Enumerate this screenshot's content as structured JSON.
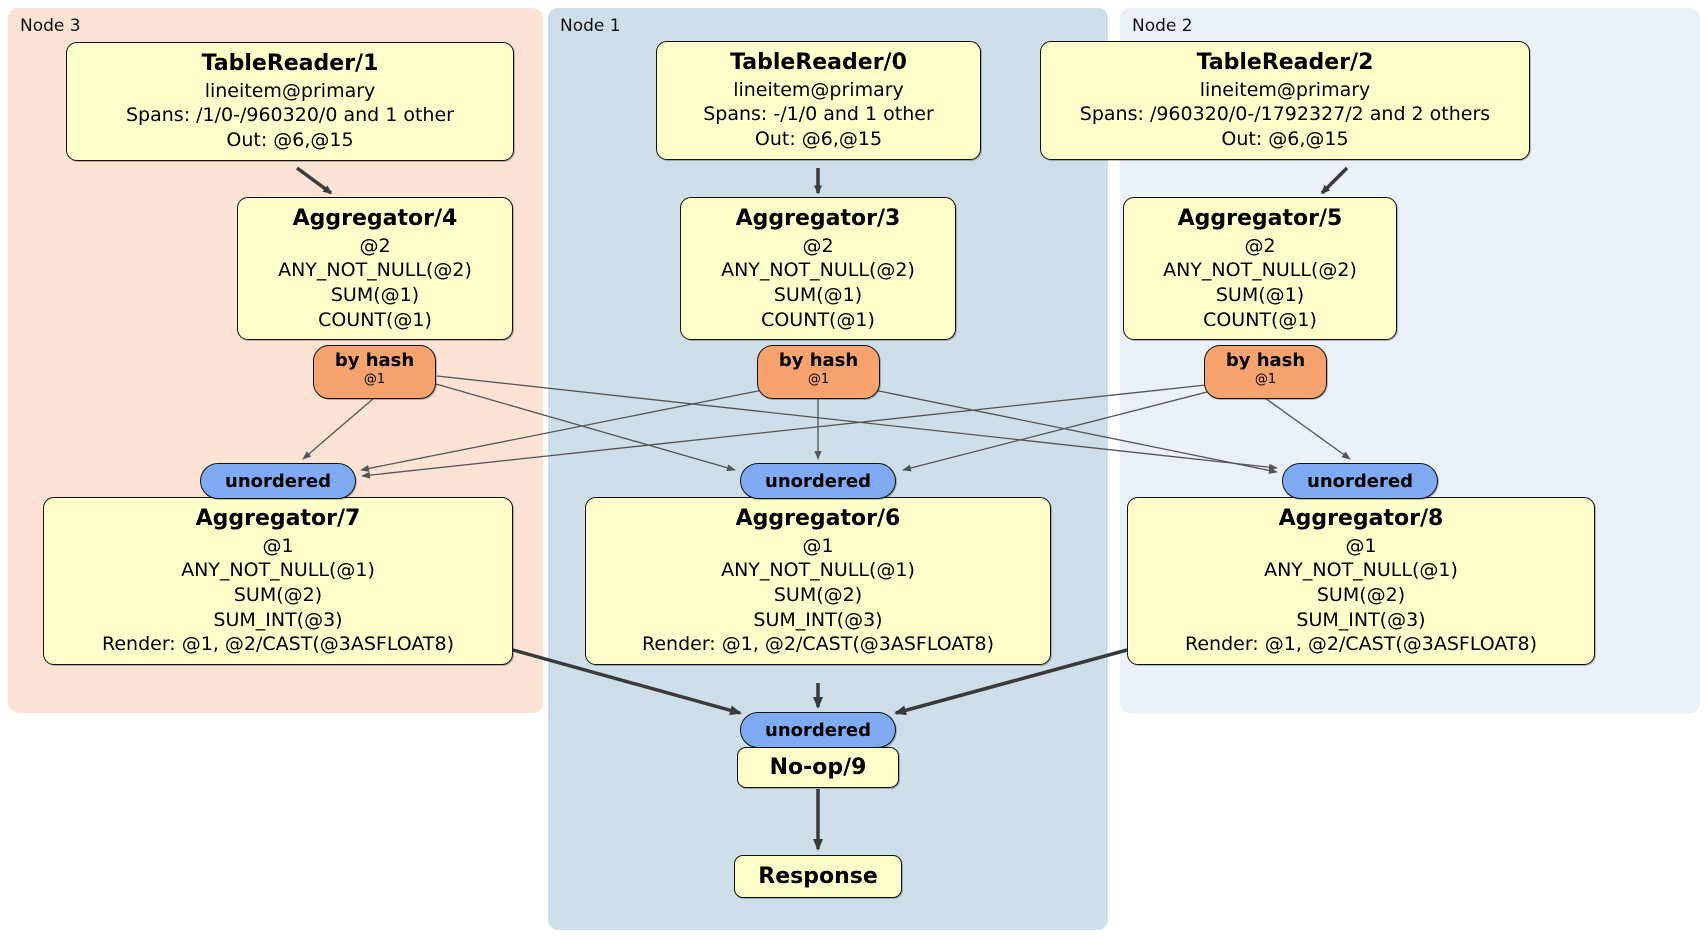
{
  "panels": [
    {
      "label": "Node 3",
      "tablereader": {
        "title": "TableReader/1",
        "line1": "lineitem@primary",
        "line2": "Spans: /1/0-/960320/0 and 1 other",
        "line3": "Out: @6,@15"
      },
      "agg_top": {
        "title": "Aggregator/4",
        "line1": "@2",
        "line2": "ANY_NOT_NULL(@2)",
        "line3": "SUM(@1)",
        "line4": "COUNT(@1)"
      },
      "router": {
        "label": "by hash",
        "detail": "@1"
      },
      "sync": {
        "label": "unordered"
      },
      "agg_bottom": {
        "title": "Aggregator/7",
        "line1": "@1",
        "line2": "ANY_NOT_NULL(@1)",
        "line3": "SUM(@2)",
        "line4": "SUM_INT(@3)",
        "line5": "Render: @1, @2/CAST(@3ASFLOAT8)"
      }
    },
    {
      "label": "Node 1",
      "tablereader": {
        "title": "TableReader/0",
        "line1": "lineitem@primary",
        "line2": "Spans: -/1/0 and 1 other",
        "line3": "Out: @6,@15"
      },
      "agg_top": {
        "title": "Aggregator/3",
        "line1": "@2",
        "line2": "ANY_NOT_NULL(@2)",
        "line3": "SUM(@1)",
        "line4": "COUNT(@1)"
      },
      "router": {
        "label": "by hash",
        "detail": "@1"
      },
      "sync": {
        "label": "unordered"
      },
      "agg_bottom": {
        "title": "Aggregator/6",
        "line1": "@1",
        "line2": "ANY_NOT_NULL(@1)",
        "line3": "SUM(@2)",
        "line4": "SUM_INT(@3)",
        "line5": "Render: @1, @2/CAST(@3ASFLOAT8)"
      }
    },
    {
      "label": "Node 2",
      "tablereader": {
        "title": "TableReader/2",
        "line1": "lineitem@primary",
        "line2": "Spans: /960320/0-/1792327/2 and 2 others",
        "line3": "Out: @6,@15"
      },
      "agg_top": {
        "title": "Aggregator/5",
        "line1": "@2",
        "line2": "ANY_NOT_NULL(@2)",
        "line3": "SUM(@1)",
        "line4": "COUNT(@1)"
      },
      "router": {
        "label": "by hash",
        "detail": "@1"
      },
      "sync": {
        "label": "unordered"
      },
      "agg_bottom": {
        "title": "Aggregator/8",
        "line1": "@1",
        "line2": "ANY_NOT_NULL(@1)",
        "line3": "SUM(@2)",
        "line4": "SUM_INT(@3)",
        "line5": "Render: @1, @2/CAST(@3ASFLOAT8)"
      }
    }
  ],
  "output_stage": {
    "sync": {
      "label": "unordered"
    },
    "noop": {
      "title": "No-op/9"
    },
    "response": {
      "title": "Response"
    }
  },
  "colors": {
    "node3_bg": "#fde3d4",
    "node1_bg": "#cfdfe9",
    "node2_bg": "#eaf1f9",
    "processor_bg": "#ffffcc",
    "router_bg": "#f7a36e",
    "sync_bg": "#7fabf2",
    "box_border": "#111111",
    "edge_thick": "#3a3a3a",
    "edge_thin": "#555555"
  }
}
